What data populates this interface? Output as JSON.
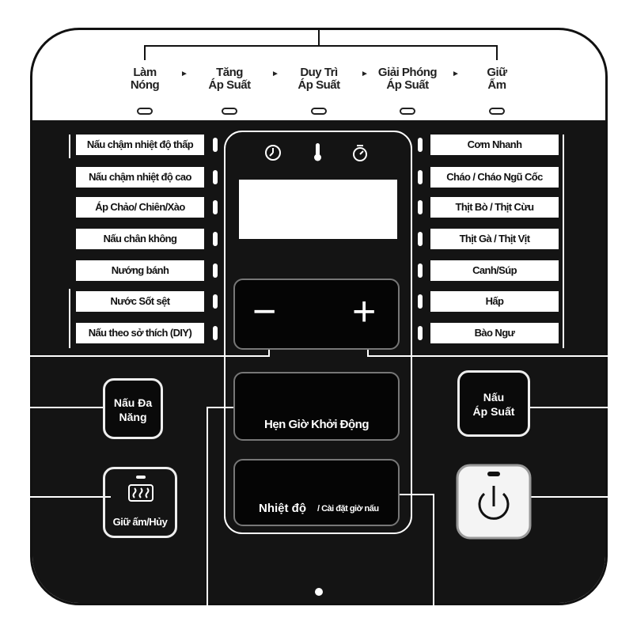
{
  "stages": [
    {
      "l1": "Làm",
      "l2": "Nóng"
    },
    {
      "l1": "Tăng",
      "l2": "Áp Suất"
    },
    {
      "l1": "Duy Trì",
      "l2": "Áp Suất"
    },
    {
      "l1": "Giải Phóng",
      "l2": "Áp Suất"
    },
    {
      "l1": "Giữ",
      "l2": "Ấm"
    }
  ],
  "arrow": "►",
  "left_programs": [
    "Nấu chậm nhiệt độ thấp",
    "Nấu chậm nhiệt độ cao",
    "Áp Chảo/ Chiên/Xào",
    "Nấu chân không",
    "Nướng bánh",
    "Nước Sốt sệt",
    "Nấu theo sở thích (DIY)"
  ],
  "right_programs": [
    "Cơm Nhanh",
    "Cháo / Cháo Ngũ Cốc",
    "Thịt Bò / Thịt Cừu",
    "Thịt Gà / Thịt Vịt",
    "Canh/Súp",
    "Hấp",
    "Bào Ngư"
  ],
  "buttons": {
    "minus": "−",
    "plus": "+",
    "delay_start": "Hẹn Giờ Khởi Động",
    "temp": "Nhiệt độ",
    "time": "/ Cài đặt giờ nấu",
    "multi_l1": "Nấu Đa",
    "multi_l2": "Năng",
    "pressure_l1": "Nấu",
    "pressure_l2": "Áp Suất",
    "keepwarm": "Giữ ấm/Hủy"
  },
  "icons": [
    "clock-icon",
    "thermometer-icon",
    "stopwatch-icon",
    "power-icon",
    "heat-icon"
  ]
}
